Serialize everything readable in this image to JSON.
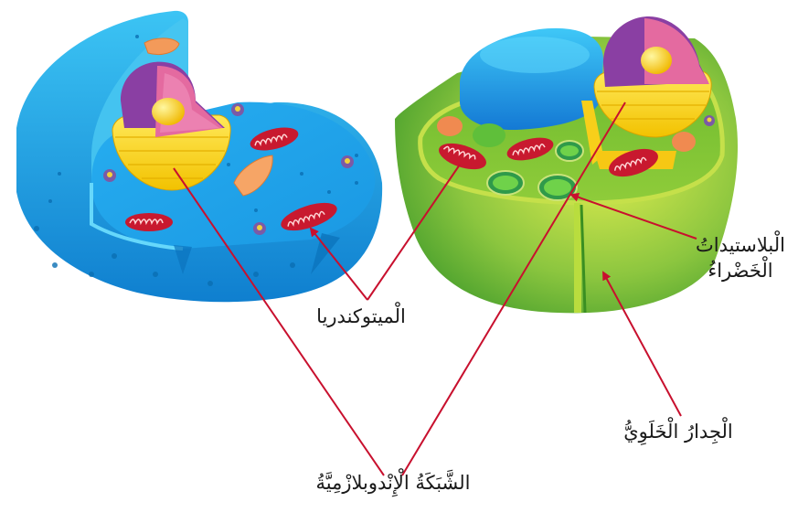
{
  "diagram": {
    "title": "Animal cell and plant cell",
    "cells": [
      {
        "name": "animal-cell",
        "color": "#1aa6e8"
      },
      {
        "name": "plant-cell",
        "color": "#8cc63f"
      }
    ],
    "pointer_color": "#c8102e",
    "labels": {
      "mitochondria": "الْميتوكندريا",
      "chloroplasts_line1": "الْبلاستيداتُ",
      "chloroplasts_line2": "الْخَضْراءُ",
      "cell_wall": "الْجِدارُ الْخَلَوِيُّ",
      "endoplasmic_reticulum": "الشَّبَكَةُ الْإِنْدوبلازْمِيَّةُ"
    }
  }
}
